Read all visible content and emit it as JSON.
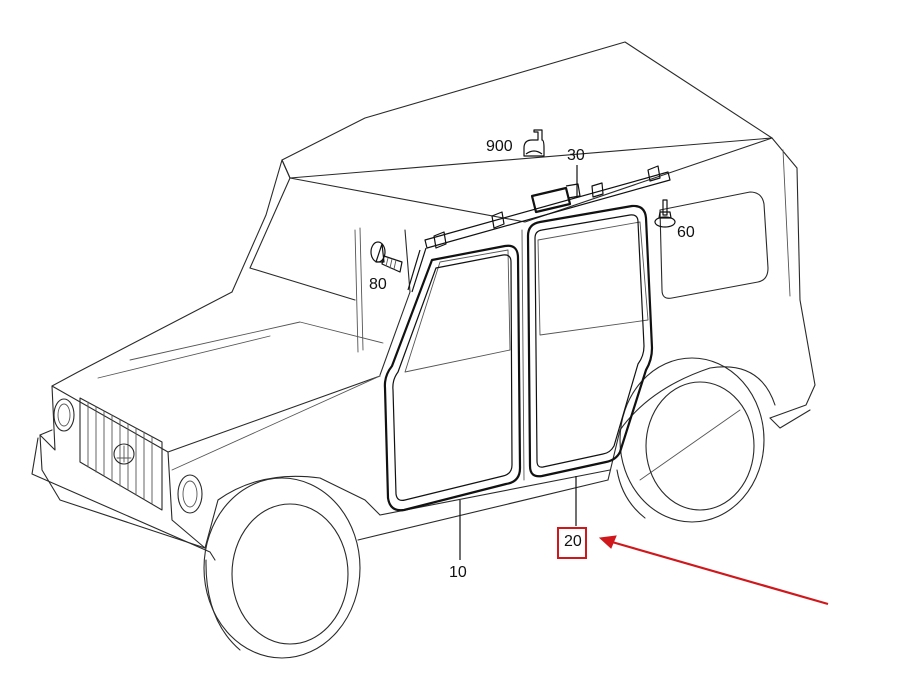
{
  "diagram": {
    "labels": {
      "part_900": "900",
      "part_30": "30",
      "part_60": "60",
      "part_80": "80",
      "part_10": "10",
      "part_20": "20"
    },
    "highlight": {
      "target_part": "20",
      "box_color": "#d0181c",
      "arrow_color": "#d0181c"
    }
  }
}
